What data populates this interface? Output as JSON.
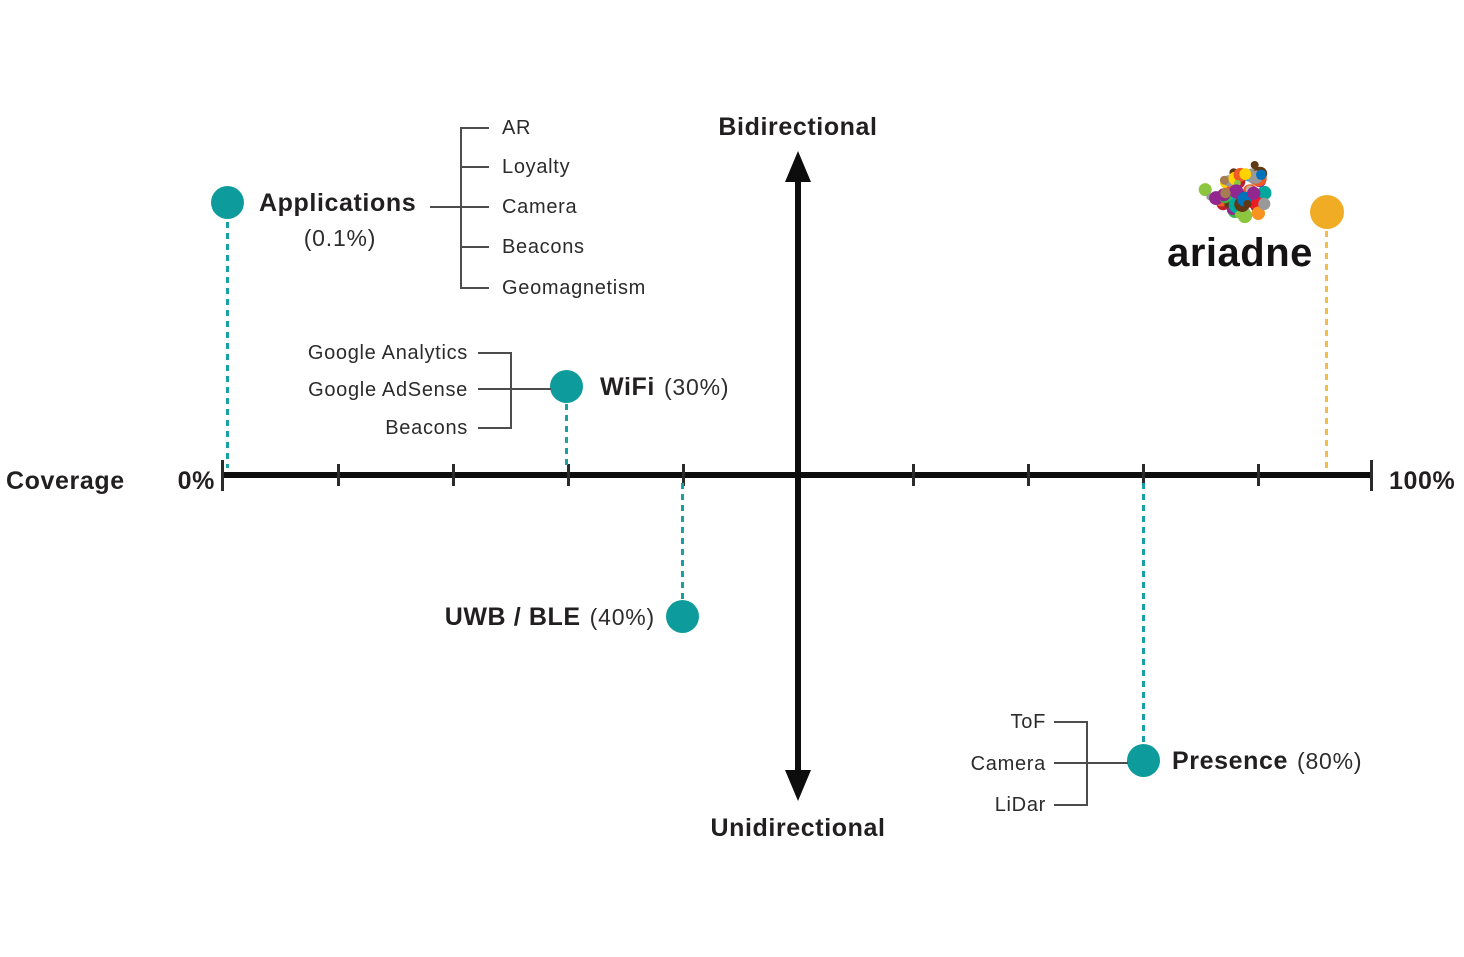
{
  "axis": {
    "x_label": "Coverage",
    "x_min": "0%",
    "x_max": "100%",
    "y_top": "Bidirectional",
    "y_bottom": "Unidirectional"
  },
  "points": {
    "applications": {
      "name": "Applications",
      "pct": "(0.1%)",
      "items": [
        "AR",
        "Loyalty",
        "Camera",
        "Beacons",
        "Geomagnetism"
      ]
    },
    "wifi": {
      "name": "WiFi",
      "pct": "(30%)",
      "items": [
        "Google Analytics",
        "Google AdSense",
        "Beacons"
      ]
    },
    "uwb": {
      "name": "UWB / BLE",
      "pct": "(40%)"
    },
    "presence": {
      "name": "Presence",
      "pct": "(80%)",
      "items": [
        "ToF",
        "Camera",
        "LiDar"
      ]
    }
  },
  "brand": {
    "wordmark": "ariadne",
    "dot_color": "#F0AC25",
    "logo_colors": [
      "#29ABE2",
      "#F7931E",
      "#ED1C24",
      "#39B54A",
      "#92278F",
      "#EC008C",
      "#603813",
      "#C7B299",
      "#FFD200",
      "#999999",
      "#00A79D",
      "#BE1E2D",
      "#0072BC",
      "#8CC63F",
      "#A67C52",
      "#F15A24"
    ]
  },
  "colors": {
    "point_teal": "#0D9B9B",
    "dash_teal": "#18A0A2",
    "dash_yellow": "#F2BD4C",
    "axis_black": "#0D0D0D",
    "bracket_gray": "#4D4D4D",
    "text_dark": "#221F20"
  },
  "chart_data": {
    "type": "scatter",
    "title": "",
    "xlabel": "Coverage",
    "x_range": [
      0,
      100
    ],
    "x_tick_step_pct": 10,
    "x_axis_labels": [
      "0%",
      "100%"
    ],
    "y_axis": {
      "top_label": "Bidirectional",
      "bottom_label": "Unidirectional"
    },
    "grid": false,
    "legend": false,
    "points": [
      {
        "label": "Applications",
        "coverage_pct": 0.1,
        "direction": "Bidirectional",
        "color": "#0D9B9B",
        "components": [
          "AR",
          "Loyalty",
          "Camera",
          "Beacons",
          "Geomagnetism"
        ]
      },
      {
        "label": "WiFi",
        "coverage_pct": 30,
        "direction": "Bidirectional",
        "color": "#0D9B9B",
        "components": [
          "Google Analytics",
          "Google AdSense",
          "Beacons"
        ]
      },
      {
        "label": "UWB / BLE",
        "coverage_pct": 40,
        "direction": "Unidirectional",
        "color": "#0D9B9B",
        "components": []
      },
      {
        "label": "Presence",
        "coverage_pct": 80,
        "direction": "Unidirectional",
        "color": "#0D9B9B",
        "components": [
          "ToF",
          "Camera",
          "LiDar"
        ]
      },
      {
        "label": "ariadne",
        "coverage_pct": 96,
        "direction": "Bidirectional",
        "color": "#F0AC25",
        "components": []
      }
    ]
  }
}
